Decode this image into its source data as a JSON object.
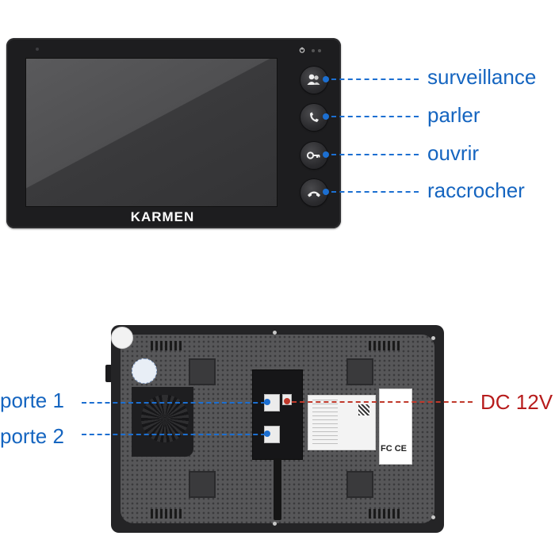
{
  "front": {
    "brand": "KARMEN",
    "buttons": [
      {
        "label": "surveillance",
        "icon": "people-icon"
      },
      {
        "label": "parler",
        "icon": "phone-icon"
      },
      {
        "label": "ouvrir",
        "icon": "key-icon"
      },
      {
        "label": "raccrocher",
        "icon": "hangup-icon"
      }
    ]
  },
  "back": {
    "left_labels": [
      "porte 1",
      "porte 2"
    ],
    "right_label": "DC 12V",
    "ce_mark": "FC CE"
  },
  "colors": {
    "callout_blue": "#1565c0",
    "callout_red": "#b71c1c",
    "device_body": "#1d1d1f"
  }
}
